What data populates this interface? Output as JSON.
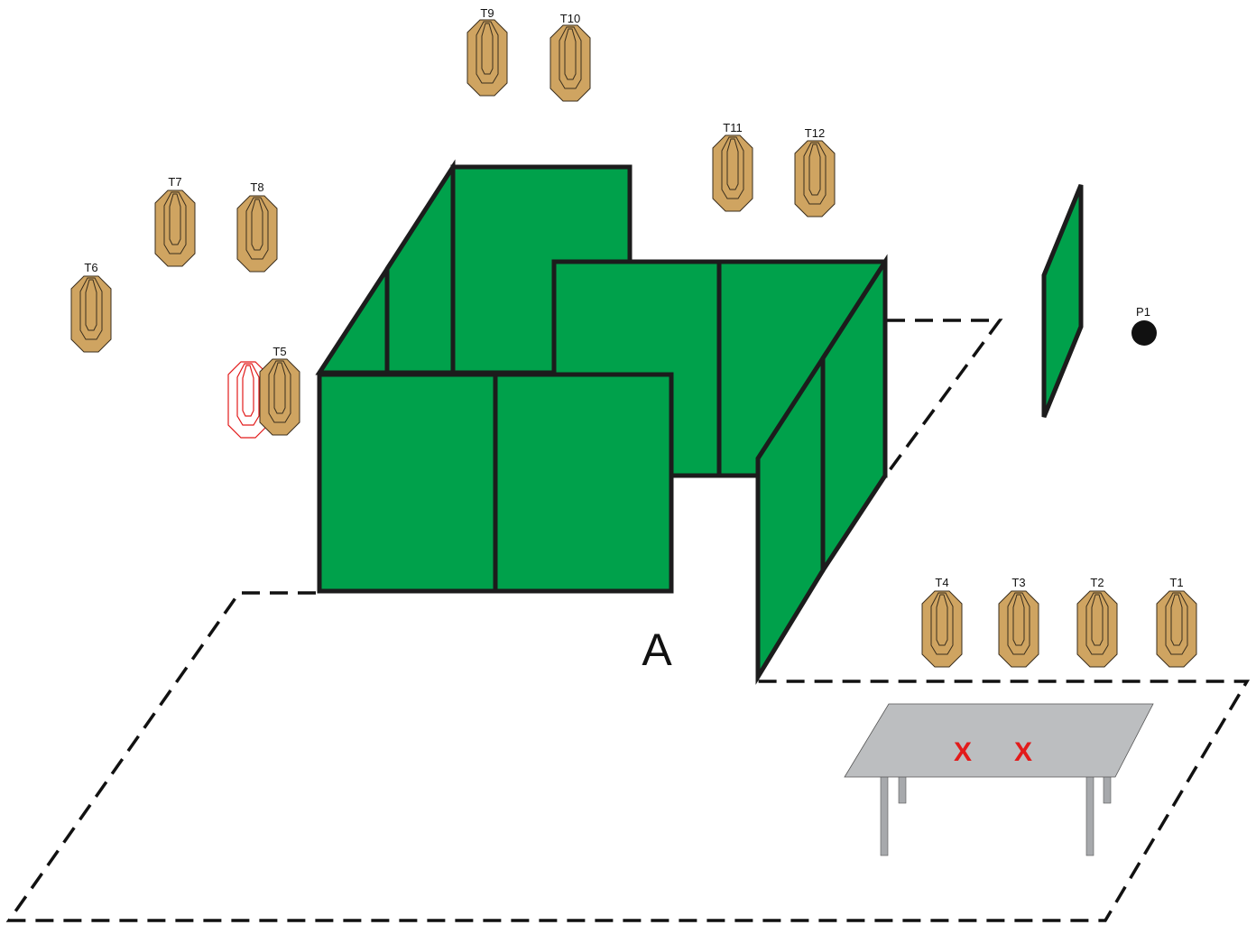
{
  "colors": {
    "wall": "#00A14B",
    "wall_stroke": "#1c1c1c",
    "target_fill": "#CFA461",
    "target_stroke": "#3a2e1d",
    "no_shoot_stroke": "#E21B1B",
    "table_top": "#BCBEC0",
    "table_leg": "#A7A9AC",
    "boundary": "#111111",
    "x_mark": "#E21B1B",
    "popper": "#111111"
  },
  "area_label": "A",
  "targets": {
    "t1": "T1",
    "t2": "T2",
    "t3": "T3",
    "t4": "T4",
    "t5": "T5",
    "t6": "T6",
    "t7": "T7",
    "t8": "T8",
    "t9": "T9",
    "t10": "T10",
    "t11": "T11",
    "t12": "T12"
  },
  "popper": {
    "label": "P1"
  },
  "table": {
    "marks": [
      "X",
      "X"
    ]
  }
}
